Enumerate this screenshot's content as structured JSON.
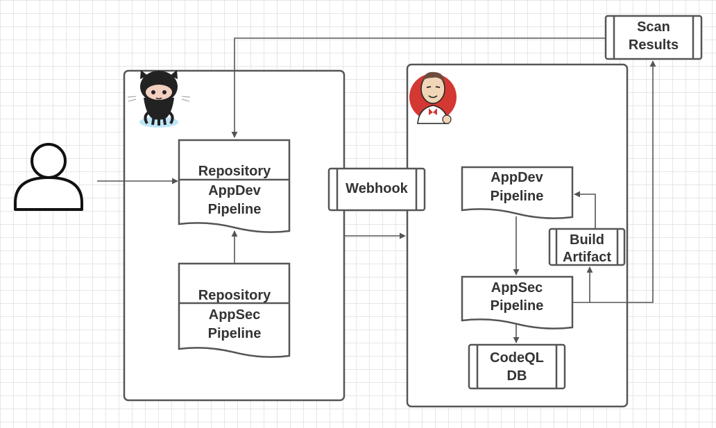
{
  "colors": {
    "stroke": "#555555",
    "text": "#333333",
    "grid": "#e6e6e6",
    "jenkins_red": "#d33833",
    "jenkins_face": "#f0d6b7"
  },
  "icons": [
    "user-icon",
    "github-octocat-icon",
    "jenkins-icon"
  ],
  "nodes": {
    "repo_appdev": {
      "line1": "Repository",
      "line2": "AppDev",
      "line3": "Pipeline"
    },
    "repo_appsec": {
      "line1": "Repository",
      "line2": "AppSec",
      "line3": "Pipeline"
    },
    "webhook": {
      "label": "Webhook"
    },
    "scan_results": {
      "line1": "Scan",
      "line2": "Results"
    },
    "jenkins_appdev": {
      "line1": "AppDev",
      "line2": "Pipeline"
    },
    "jenkins_appsec": {
      "line1": "AppSec",
      "line2": "Pipeline"
    },
    "build_artifact": {
      "line1": "Build",
      "line2": "Artifact"
    },
    "codeql_db": {
      "line1": "CodeQL",
      "line2": "DB"
    }
  }
}
